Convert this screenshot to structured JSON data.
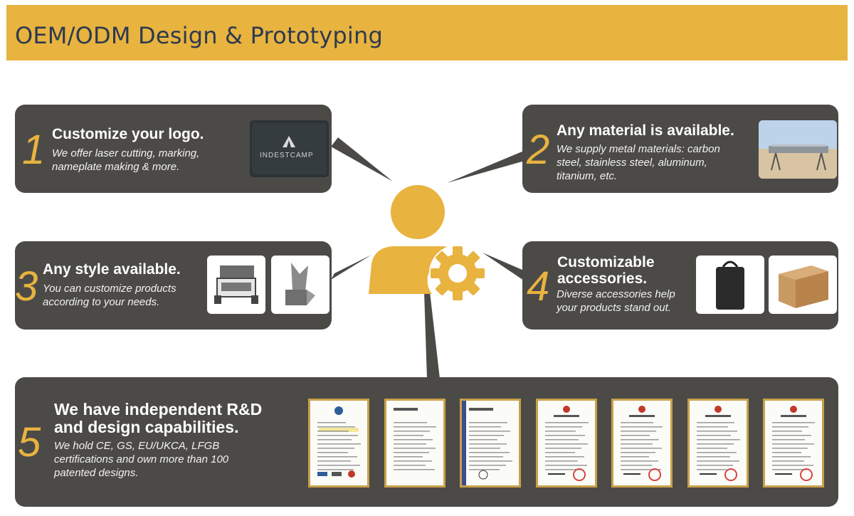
{
  "header": {
    "title": "OEM/ODM Design & Prototyping"
  },
  "colors": {
    "accent": "#e8b33f",
    "card": "#4b4a47",
    "header_text": "#2d3a4f"
  },
  "cards": [
    {
      "number": "1",
      "title": "Customize your logo.",
      "desc_lines": [
        "We offer laser cutting, marking,",
        "nameplate making & more."
      ],
      "logo_text": "INDESTCAMP"
    },
    {
      "number": "2",
      "title": "Any material is available.",
      "desc_lines": [
        "We supply metal materials: carbon",
        "steel, stainless steel, aluminum,",
        "titanium, etc."
      ]
    },
    {
      "number": "3",
      "title": "Any style available.",
      "desc_lines": [
        "You can customize products",
        "according to your needs."
      ]
    },
    {
      "number": "4",
      "title_lines": [
        "Customizable",
        "accessories."
      ],
      "desc_lines": [
        "Diverse accessories help",
        "your products stand out."
      ]
    },
    {
      "number": "5",
      "title_lines": [
        "We have independent R&D",
        "and design capabilities."
      ],
      "desc_lines": [
        "We hold CE, GS, EU/UKCA, LFGB",
        "certifications and own more than 100",
        "patented designs."
      ]
    }
  ],
  "center_icon": "person-gear-icon",
  "certificates_count": 7
}
